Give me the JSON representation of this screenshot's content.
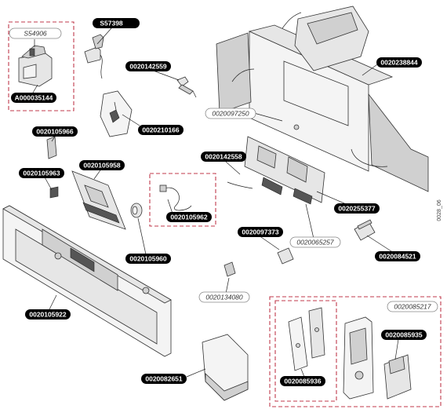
{
  "labels": {
    "S54906": "S54906",
    "A000035144": "A000035144",
    "S57398": "S57398",
    "p0020142559": "0020142559",
    "p0020210166": "0020210166",
    "p0020105966": "0020105966",
    "p0020105958": "0020105958",
    "p0020105963": "0020105963",
    "p0020105962": "0020105962",
    "p0020105960": "0020105960",
    "p0020105922": "0020105922",
    "p0020238844": "0020238844",
    "p0020097250": "0020097250",
    "p0020142558": "0020142558",
    "p0020255377": "0020255377",
    "p0020097373": "0020097373",
    "p0020065257": "0020065257",
    "p0020084521": "0020084521",
    "p0020134080": "0020134080",
    "p0020082651": "0020082651",
    "p0020085217": "0020085217",
    "p0020085935": "0020085935",
    "p0020085936": "0020085936"
  },
  "side_code": "0028_06",
  "colors": {
    "dark_label": "#000000",
    "dashed_box": "#c0394b",
    "light_label_border": "#888888"
  }
}
